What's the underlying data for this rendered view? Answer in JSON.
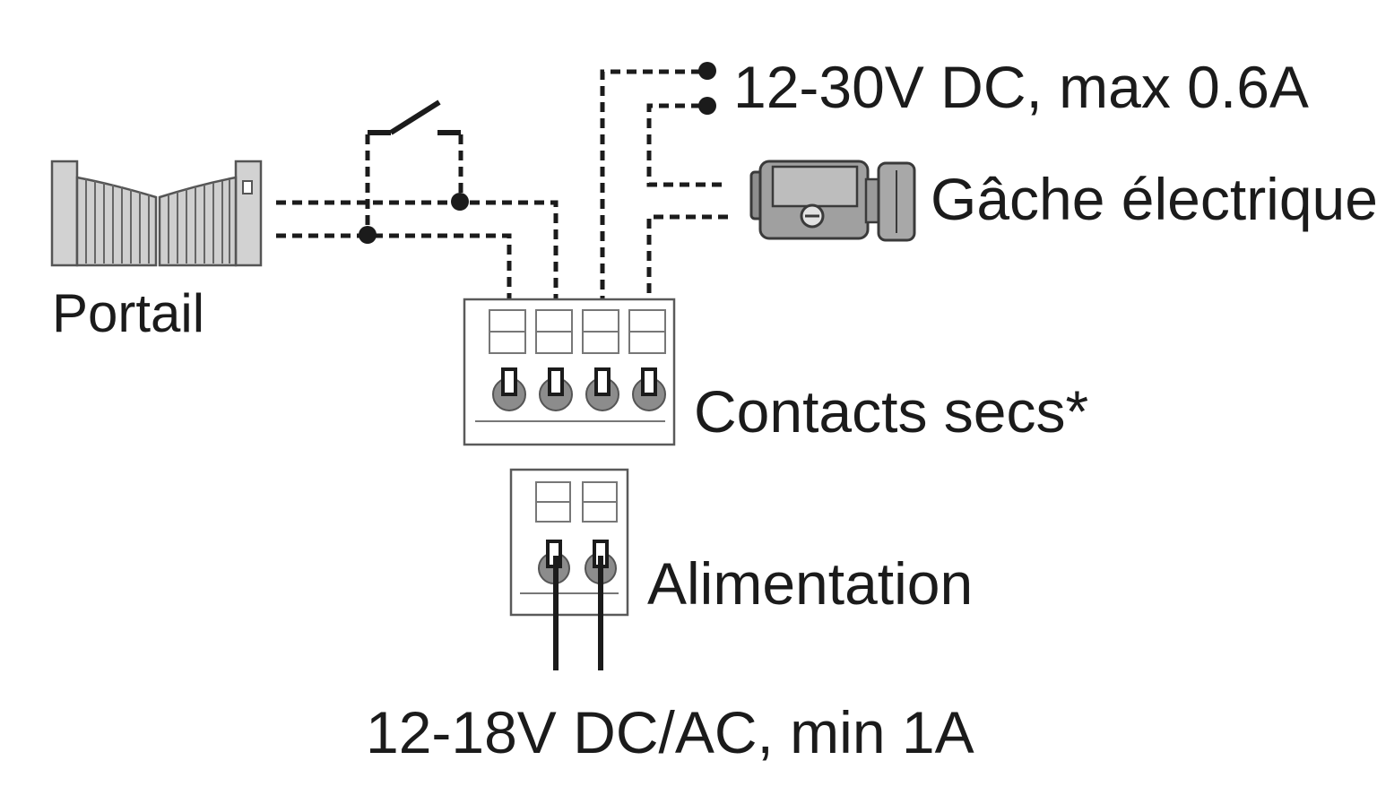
{
  "labels": {
    "gate": "Portail",
    "strike_supply": "12-30V DC, max 0.6A",
    "strike": "Gâche électrique",
    "dry_contacts": "Contacts secs*",
    "power_block": "Alimentation",
    "power_supply": "12-18V DC/AC, min 1A"
  },
  "colors": {
    "ink": "#1b1b1b",
    "device_grey": "#8c8c8c",
    "outline_grey": "#5a5a5a"
  },
  "icons": {
    "gate": "gate-icon",
    "switch": "switch-icon",
    "strike": "electric-strike-icon",
    "terminal_block": "terminal-block-icon"
  },
  "terminals": {
    "dry_contacts_count": 4,
    "power_count": 2
  }
}
